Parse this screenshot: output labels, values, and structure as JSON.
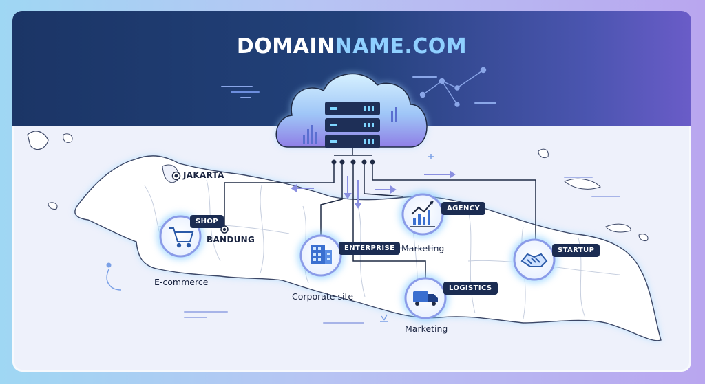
{
  "brand": {
    "part1": "DOMAIN",
    "part2": "NAME.COM"
  },
  "cities": {
    "jakarta": "JAKARTA",
    "bandung": "BANDUNG"
  },
  "nodes": {
    "shop": {
      "tag": "SHOP",
      "caption": "E-commerce",
      "icon": "shopping-cart-icon"
    },
    "enterprise": {
      "tag": "ENTERPRISE",
      "caption": "Corporate site",
      "icon": "office-building-icon"
    },
    "agency": {
      "tag": "AGENCY",
      "caption": "Marketing",
      "icon": "growth-chart-icon"
    },
    "logistics": {
      "tag": "LOGISTICS",
      "caption": "Marketing",
      "icon": "delivery-truck-icon"
    },
    "startup": {
      "tag": "STARTUP",
      "caption": "",
      "icon": "handshake-icon"
    }
  },
  "colors": {
    "header_dark": "#1b3566",
    "header_violet": "#6a5cc8",
    "accent_blue": "#8fd0ff",
    "tag_bg": "#1b2c52",
    "line": "#1f2a44",
    "glow": "#7cc6ff"
  }
}
